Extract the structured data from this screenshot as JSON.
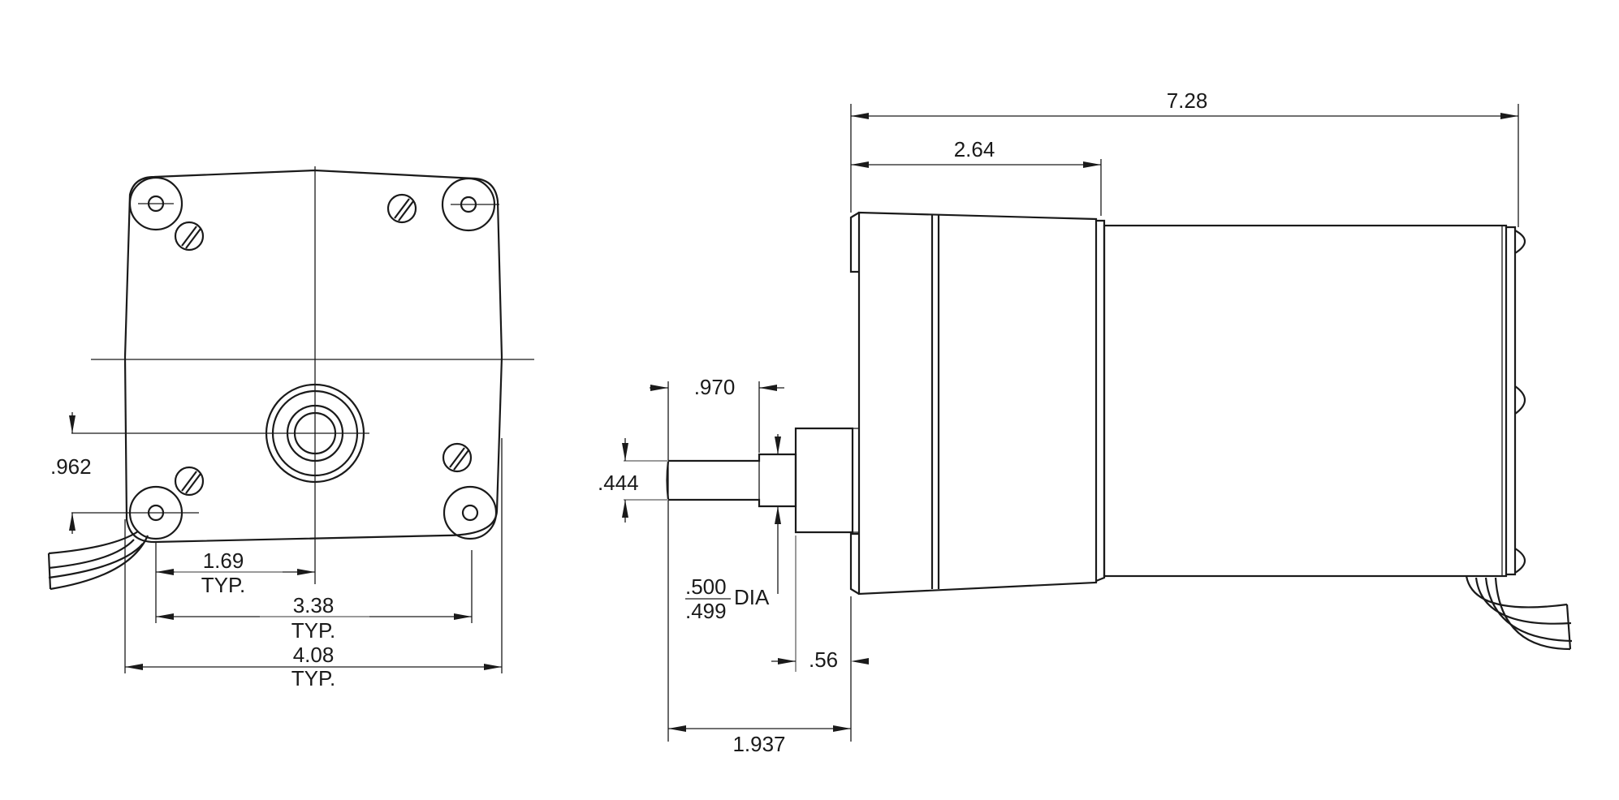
{
  "dimensions": {
    "front_962": ".962",
    "front_169": "1.69",
    "front_169_note": "TYP.",
    "front_338": "3.38",
    "front_338_note": "TYP.",
    "front_408": "4.08",
    "front_408_note": "TYP.",
    "side_728": "7.28",
    "side_264": "2.64",
    "side_970": ".970",
    "side_444": ".444",
    "side_500": ".500",
    "side_499": ".499",
    "side_dia": "DIA",
    "side_56": ".56",
    "side_1937": "1.937"
  },
  "colors": {
    "line": "#1a1a1a",
    "leader": "#9a9a9a",
    "background": "#ffffff"
  }
}
